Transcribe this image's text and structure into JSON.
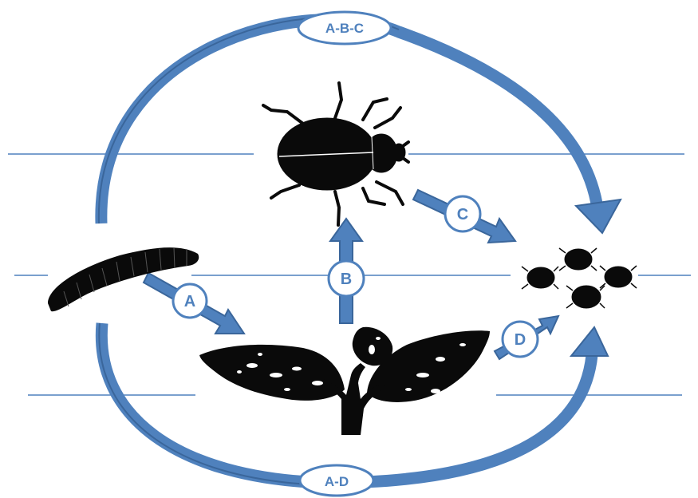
{
  "labels": {
    "top": "A-B-C",
    "bottom": "A-D",
    "a": "A",
    "b": "B",
    "c": "C",
    "d": "D"
  },
  "organisms": {
    "larva": "larva-silhouette",
    "adult_beetle": "beetle-silhouette",
    "plant": "plant-silhouette",
    "aphids": "aphid-cluster-silhouette"
  },
  "colors": {
    "arrow": "#4f81bd",
    "arrow_stroke": "#3a669b",
    "line": "#4f81bd",
    "silhouette": "#0a0a0a",
    "label_bg": "#ffffff"
  }
}
